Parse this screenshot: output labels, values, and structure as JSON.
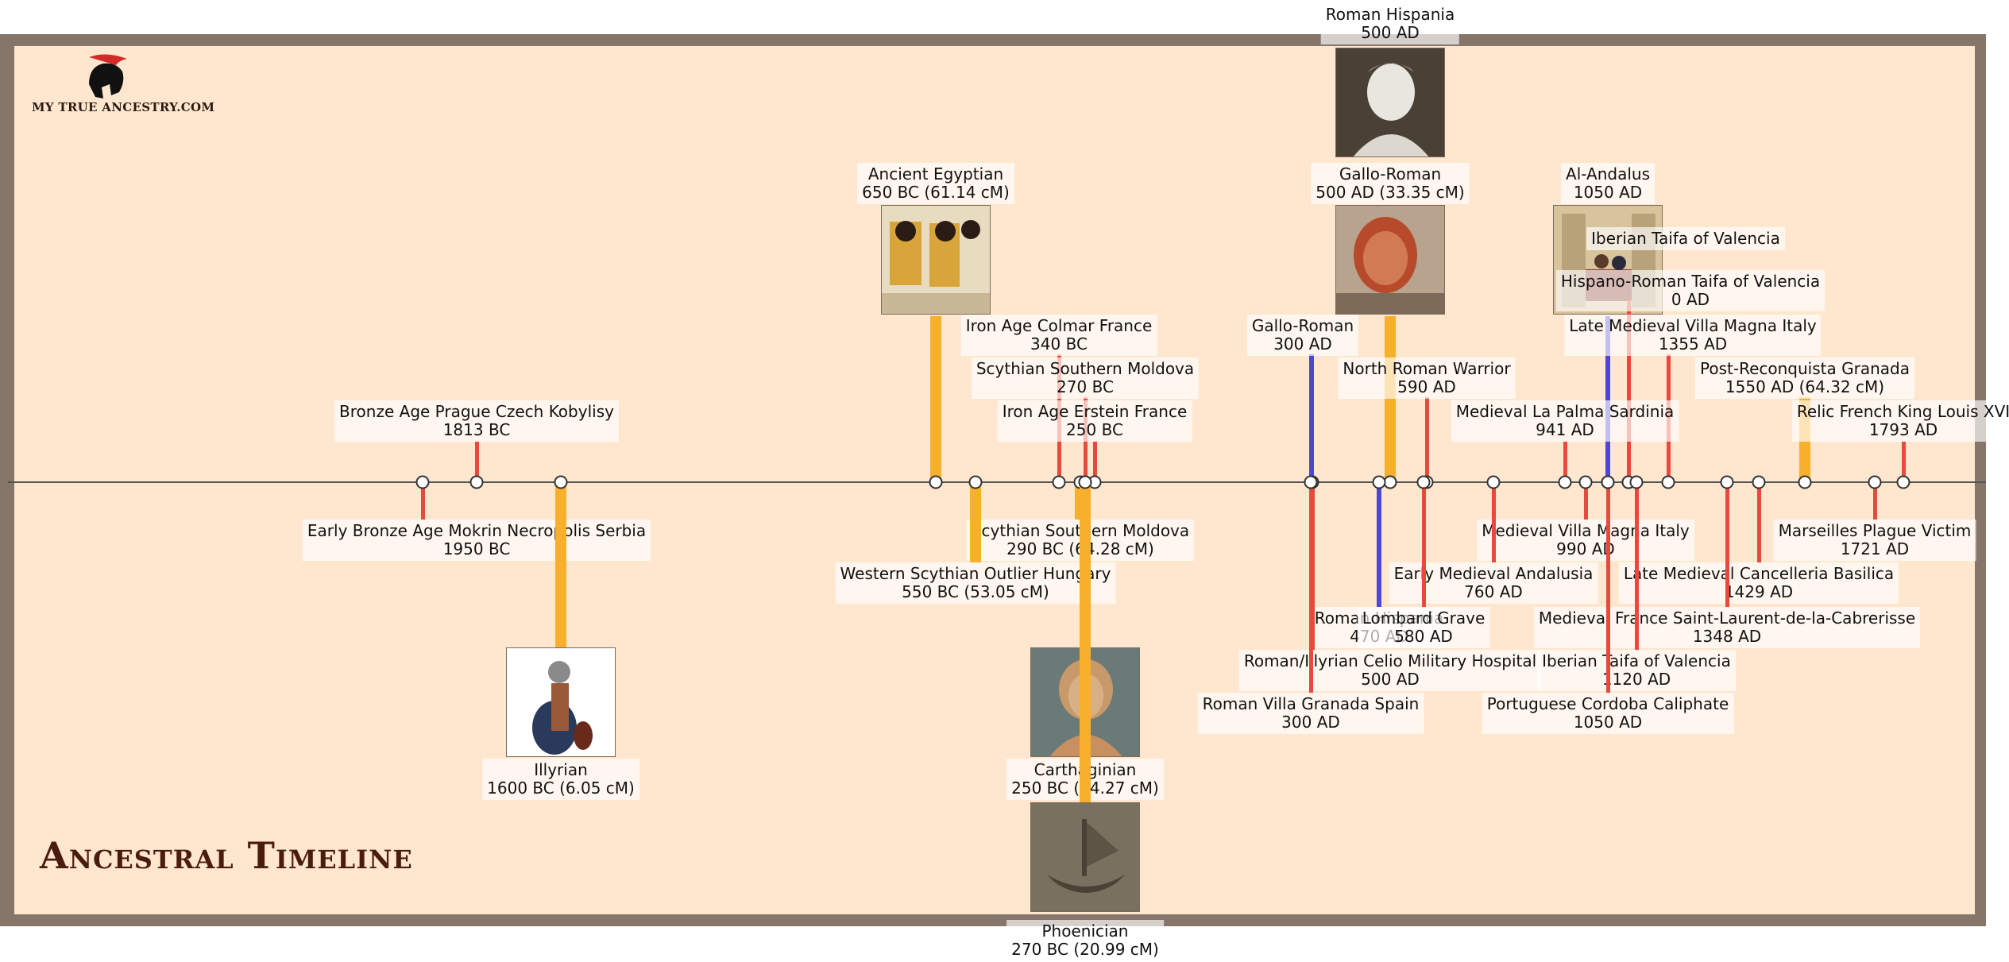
{
  "brand": "MY TRUE ANCESTRY.COM",
  "title": "Ancestral Timeline",
  "colors": {
    "red": "#e74a3c",
    "orange": "#f7b02c",
    "blue": "#4e46d6",
    "frame": "#86766a",
    "board": "#fee6cf"
  },
  "events": [
    {
      "name": "Roman Hispania",
      "date": "500 AD",
      "color": "blue",
      "photo": "roman-bust"
    },
    {
      "name": "Ancient Egyptian",
      "date": "650 BC (61.14 cM)",
      "color": "orange",
      "photo": "egyptian-fresco"
    },
    {
      "name": "Gallo-Roman",
      "date": "500 AD (33.35 cM)",
      "color": "orange",
      "photo": "gallo-roman-portrait"
    },
    {
      "name": "Al-Andalus",
      "date": "1050 AD",
      "color": "blue",
      "photo": "al-andalus-scene"
    },
    {
      "name": "Iberian Taifa of Valencia",
      "date": "",
      "color": "red"
    },
    {
      "name": "Hispano-Roman Taifa of Valencia",
      "date": "0 AD",
      "color": "red"
    },
    {
      "name": "Iron Age Colmar France",
      "date": "340 BC",
      "color": "red"
    },
    {
      "name": "Gallo-Roman",
      "date": "300 AD",
      "color": "blue"
    },
    {
      "name": "Late Medieval Villa Magna Italy",
      "date": "1355 AD",
      "color": "red"
    },
    {
      "name": "Scythian Southern Moldova",
      "date": "270 BC",
      "color": "red"
    },
    {
      "name": "North Roman Warrior",
      "date": "590 AD",
      "color": "red"
    },
    {
      "name": "Post-Reconquista Granada",
      "date": "1550 AD (64.32 cM)",
      "color": "orange"
    },
    {
      "name": "Bronze Age Prague Czech Kobylisy",
      "date": "1813 BC",
      "color": "red"
    },
    {
      "name": "Iron Age Erstein France",
      "date": "250 BC",
      "color": "red"
    },
    {
      "name": "Medieval La Palma Sardinia",
      "date": "941 AD",
      "color": "red"
    },
    {
      "name": "Relic French King Louis XVI",
      "date": "1793 AD",
      "color": "red"
    },
    {
      "name": "Early Bronze Age Mokrin Necropolis Serbia",
      "date": "1950 BC",
      "color": "red"
    },
    {
      "name": "Scythian Southern Moldova",
      "date": "290 BC (64.28 cM)",
      "color": "orange"
    },
    {
      "name": "Medieval Villa Magna Italy",
      "date": "990 AD",
      "color": "red"
    },
    {
      "name": "Marseilles Plague Victim",
      "date": "1721 AD",
      "color": "red"
    },
    {
      "name": "Western Scythian Outlier Hungary",
      "date": "550 BC (53.05 cM)",
      "color": "orange"
    },
    {
      "name": "Early Medieval Andalusia",
      "date": "760 AD",
      "color": "red"
    },
    {
      "name": "Late Medieval Cancelleria Basilica",
      "date": "1429 AD",
      "color": "red"
    },
    {
      "name": "Roman Hispania",
      "date": "470 AD",
      "color": "blue"
    },
    {
      "name": "Lombard Grave",
      "date": "580 AD",
      "color": "red"
    },
    {
      "name": "Medieval France Saint-Laurent-de-la-Cabrerisse",
      "date": "1348 AD",
      "color": "red"
    },
    {
      "name": "Roman/Illyrian Celio Military Hospital",
      "date": "500 AD",
      "color": "red"
    },
    {
      "name": "Iberian Taifa of Valencia",
      "date": "1120 AD",
      "color": "red"
    },
    {
      "name": "Roman Villa Granada Spain",
      "date": "300 AD",
      "color": "red"
    },
    {
      "name": "Portuguese Cordoba Caliphate",
      "date": "1050 AD",
      "color": "red"
    },
    {
      "name": "Illyrian",
      "date": "1600 BC (6.05 cM)",
      "color": "orange",
      "photo": "illyrian-warrior"
    },
    {
      "name": "Carthaginian",
      "date": "250 BC (24.27 cM)",
      "color": "orange",
      "photo": "carthaginian-bust"
    },
    {
      "name": "Phoenician",
      "date": "270 BC (20.99 cM)",
      "color": "orange",
      "photo": "phoenician-ship"
    }
  ]
}
